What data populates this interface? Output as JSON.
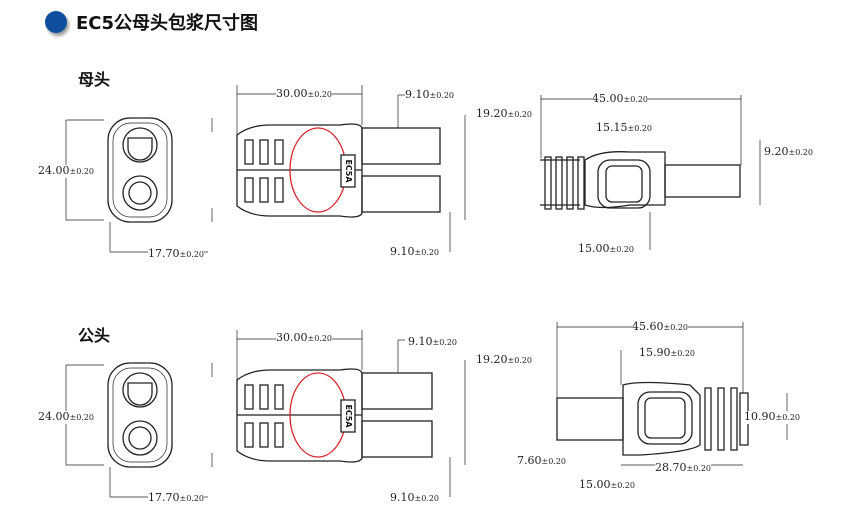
{
  "title": "EC5公母头包浆尺寸图",
  "colors": {
    "bullet": "#0d4f9c",
    "line": "#222222",
    "logo": "#d9242b"
  },
  "sections": {
    "female": {
      "label": "母头",
      "dims": {
        "height": "24.00",
        "length": "30.00",
        "pin_top": "9.10",
        "width": "19.20",
        "back": "17.70",
        "pin_bottom": "9.10",
        "side_length": "45.00",
        "side_body": "15.15",
        "cable": "9.20",
        "side_height": "15.00"
      }
    },
    "male": {
      "label": "公头",
      "dims": {
        "height": "24.00",
        "length": "30.00",
        "pin_top": "9.10",
        "width": "19.20",
        "back": "17.70",
        "pin_bottom": "9.10",
        "side_length": "45.60",
        "side_body": "15.90",
        "cable": "10.90",
        "pin_side": "7.60",
        "side_rear": "28.70",
        "side_height": "15.00"
      }
    }
  },
  "tolerance": "±0.20",
  "marking": "EC5A"
}
